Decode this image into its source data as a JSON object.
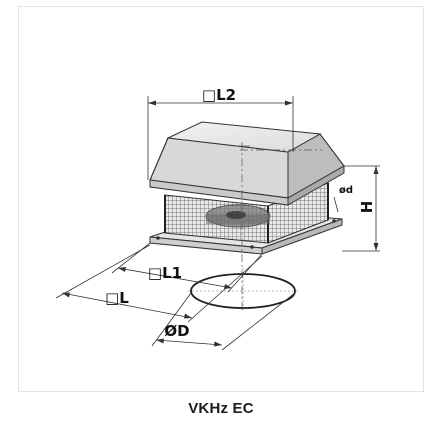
{
  "dimensions": {
    "L2": "□L2",
    "d": "ød",
    "H": "H",
    "L1": "□L1",
    "L": "□L",
    "D": "ØD"
  },
  "caption": "VKHz EC"
}
